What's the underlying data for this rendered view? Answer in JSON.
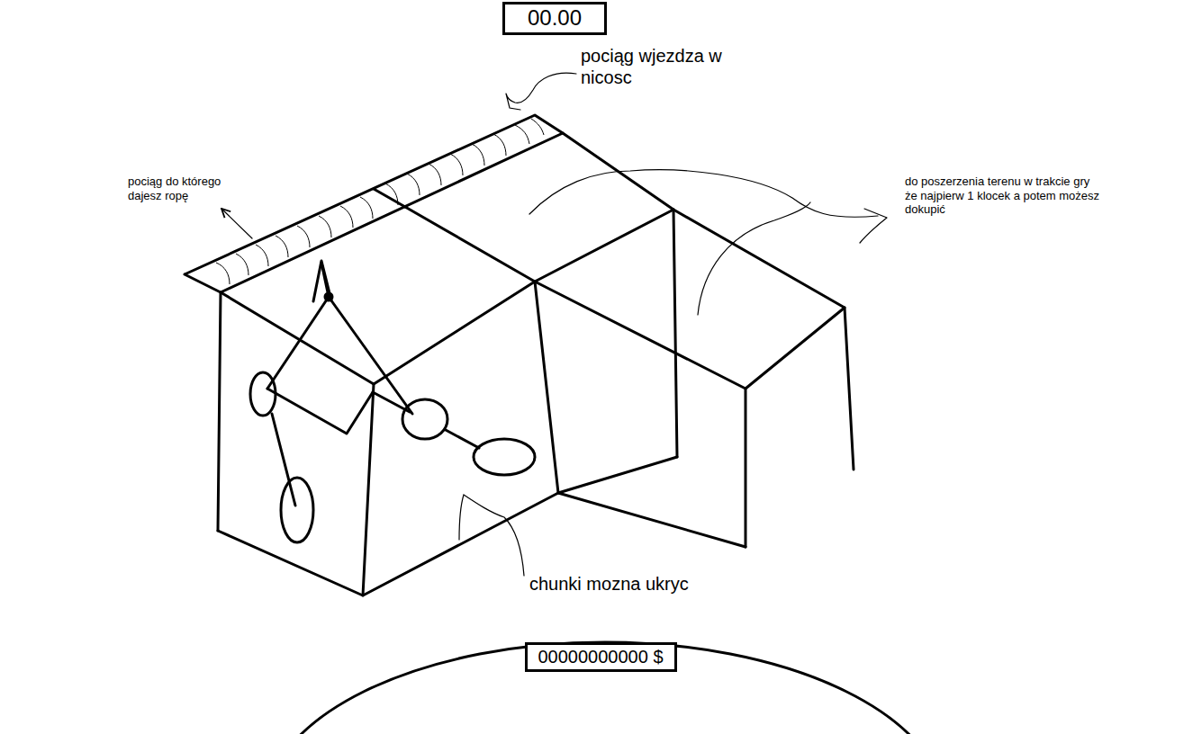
{
  "diagram": {
    "nodes": [
      {
        "text": [
          "00.00"
        ]
      },
      {
        "text": [
          "00000000000 $"
        ]
      }
    ],
    "labels": [
      "pociąg wjezdza w nicosc",
      "pociąg do którego dajesz ropę",
      "do poszerzenia terenu w trakcie gry że najpierw 1 klocek a potem możesz dokupić",
      "chunki mozna ukryc"
    ]
  }
}
